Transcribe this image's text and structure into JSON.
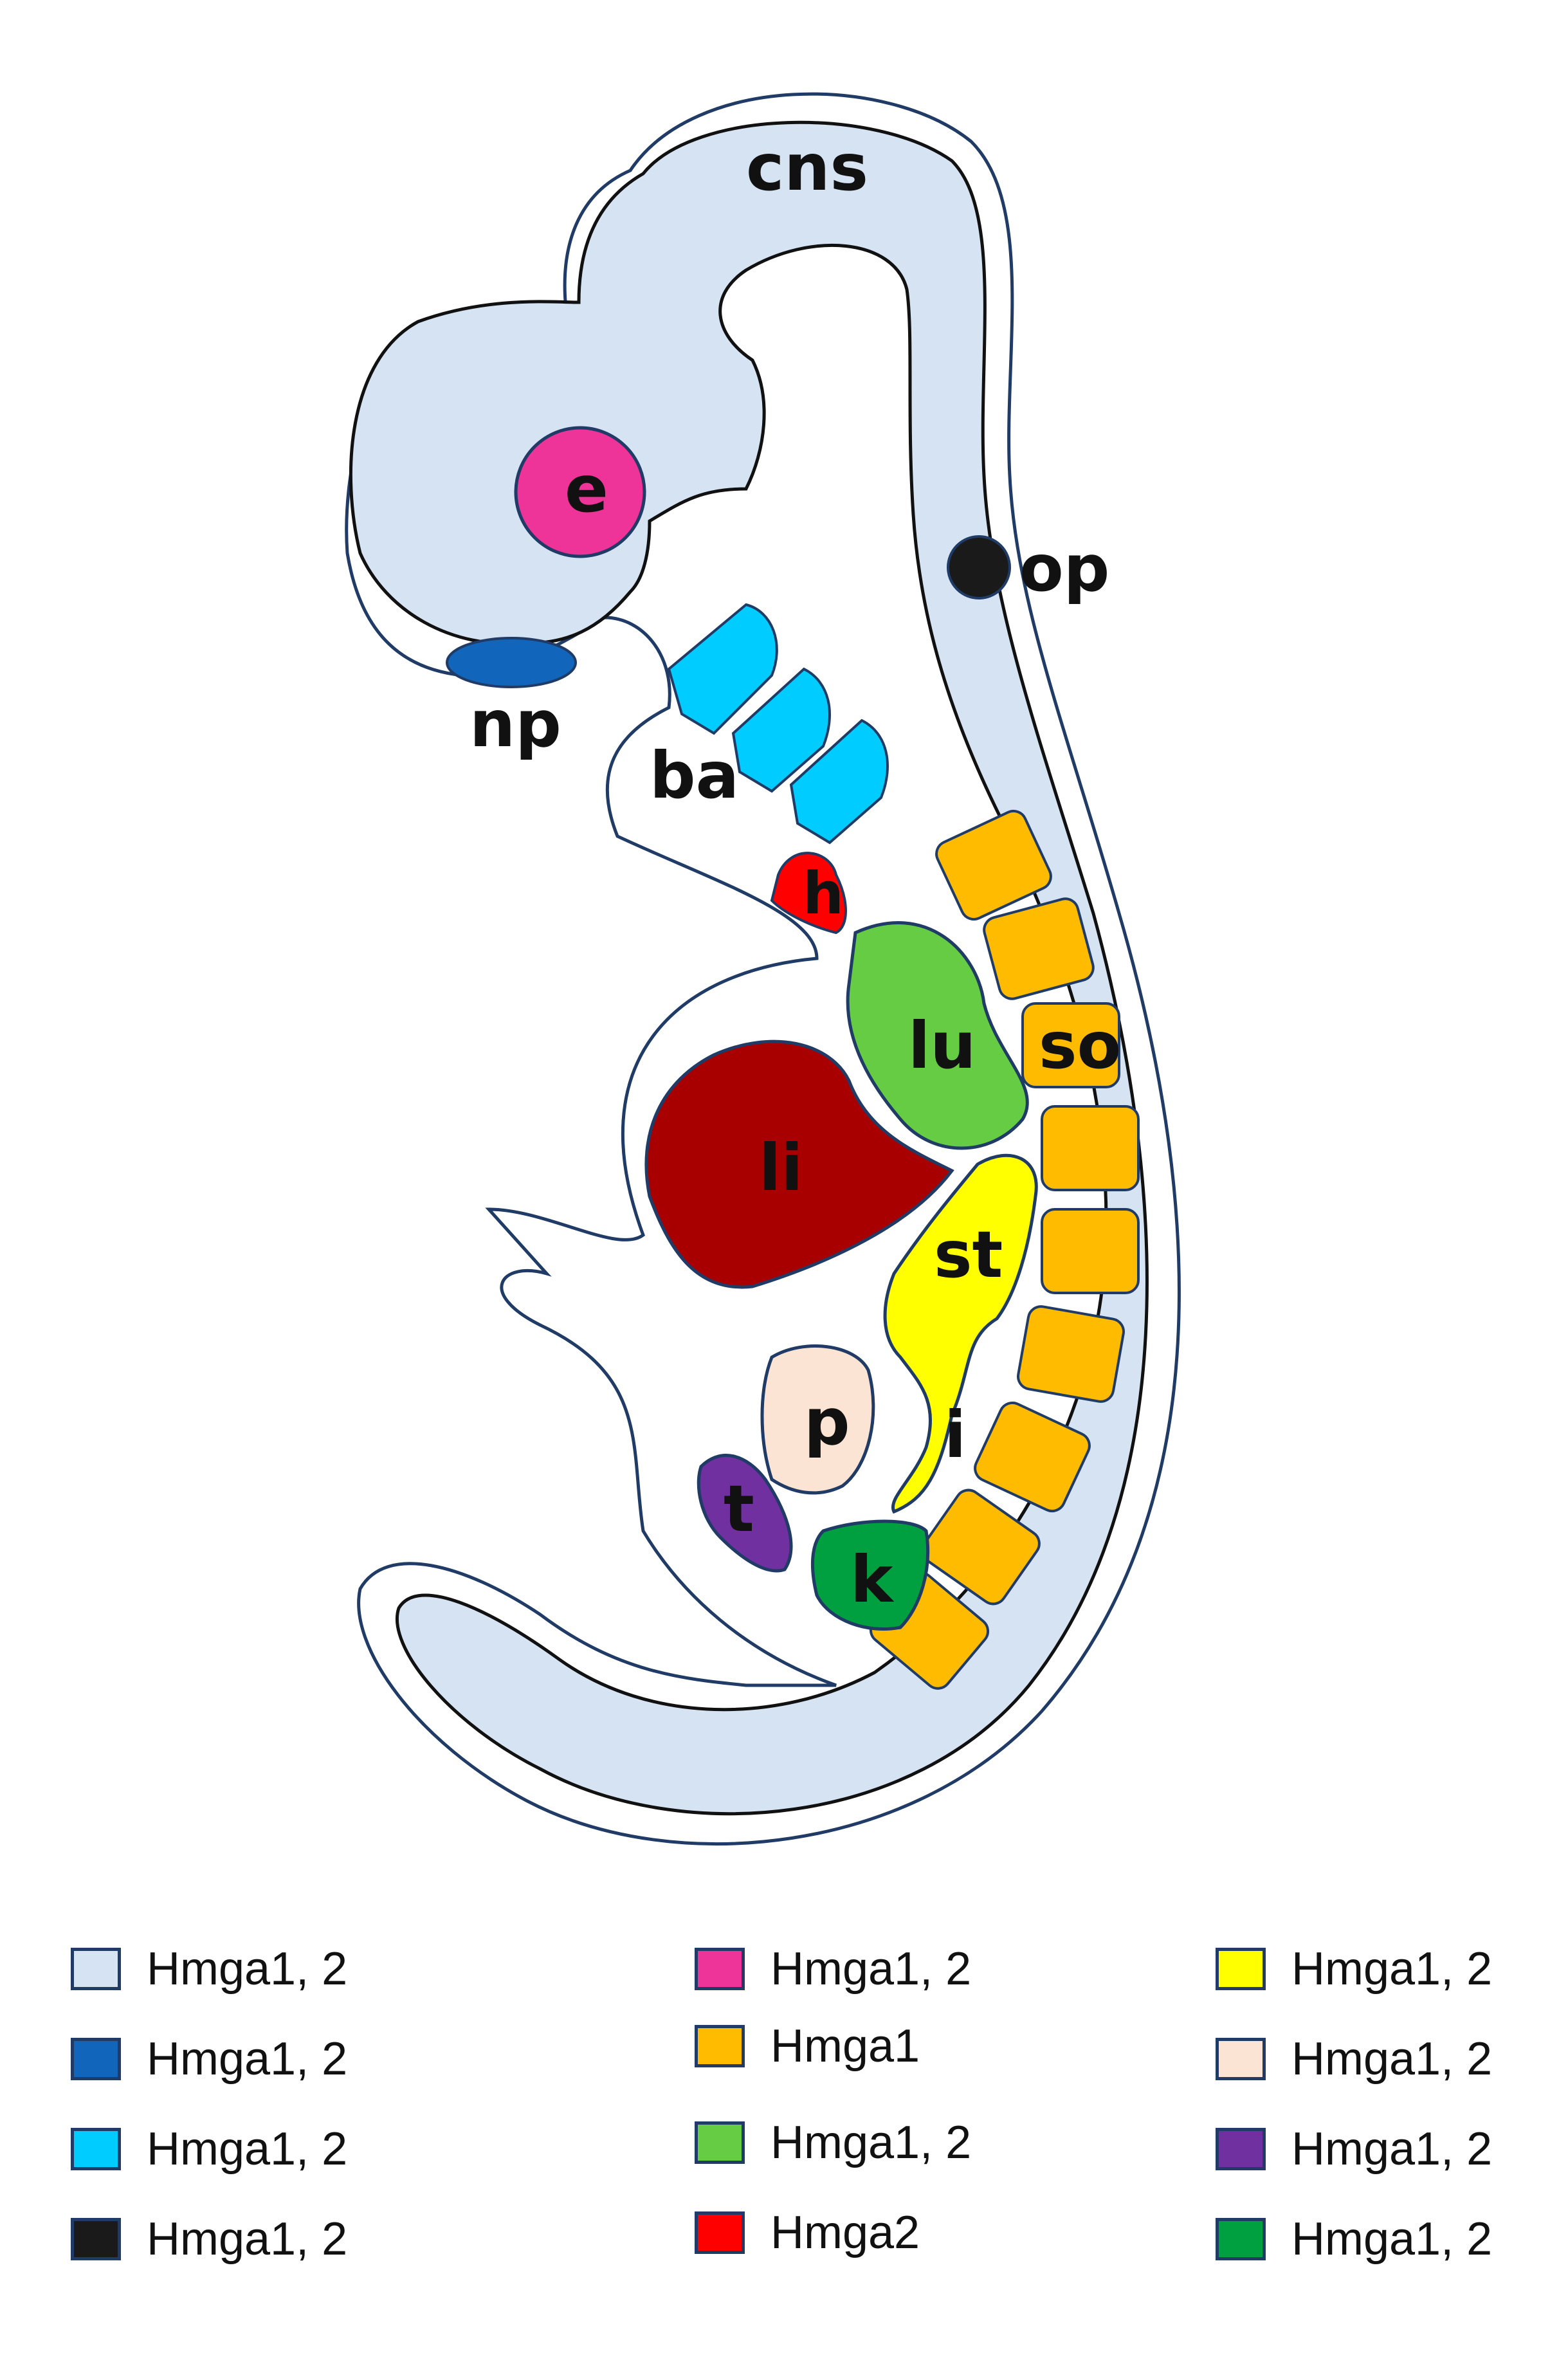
{
  "colors": {
    "cns": "#d6e3f3",
    "np": "#1166bb",
    "ba": "#00ccff",
    "op": "#1a1a1a",
    "e": "#ee3399",
    "so": "#ffbb00",
    "lu": "#66cc44",
    "h": "#ff0000",
    "st": "#ffff00",
    "p": "#fce4d4",
    "t": "#7030a0",
    "k": "#00a040",
    "li": "#a80000",
    "outline": "#1f3b66"
  },
  "labels": {
    "cns": "cns",
    "e": "e",
    "op": "op",
    "np": "np",
    "ba": "ba",
    "h": "h",
    "lu": "lu",
    "so": "so",
    "li": "li",
    "st": "st",
    "p": "p",
    "i": "i",
    "t": "t",
    "k": "k"
  },
  "legend": {
    "col1": [
      {
        "color": "#d6e3f3",
        "text": "Hmga1, 2"
      },
      {
        "color": "#1166bb",
        "text": "Hmga1, 2"
      },
      {
        "color": "#00ccff",
        "text": "Hmga1, 2"
      },
      {
        "color": "#1a1a1a",
        "text": "Hmga1, 2"
      }
    ],
    "col2": [
      {
        "color": "#ee3399",
        "text": "Hmga1, 2"
      },
      {
        "color": "#ffbb00",
        "text": "Hmga1"
      },
      {
        "color": "#66cc44",
        "text": "Hmga1, 2"
      },
      {
        "color": "#ff0000",
        "text": "Hmga2"
      }
    ],
    "col3": [
      {
        "color": "#ffff00",
        "text": "Hmga1, 2"
      },
      {
        "color": "#fce4d4",
        "text": "Hmga1, 2"
      },
      {
        "color": "#7030a0",
        "text": "Hmga1, 2"
      },
      {
        "color": "#00a040",
        "text": "Hmga1, 2"
      }
    ]
  }
}
